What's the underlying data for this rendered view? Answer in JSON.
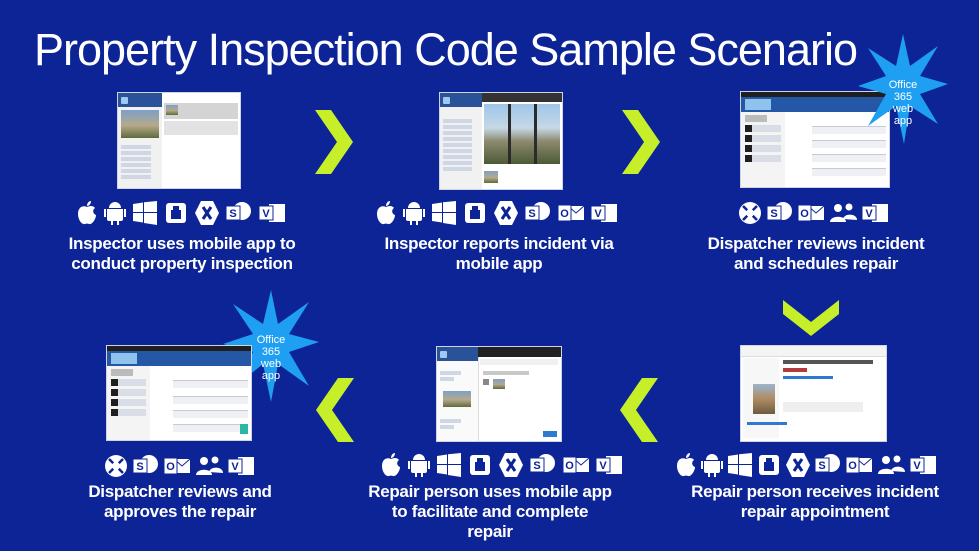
{
  "title": "Property Inspection Code Sample Scenario",
  "steps": [
    {
      "caption_line1": "Inspector uses mobile app to",
      "caption_line2": "conduct property inspection",
      "icons": [
        "apple-icon",
        "android-icon",
        "windows-icon",
        "xamarin-box-icon",
        "xamarin-x-icon",
        "sharepoint-icon",
        "video-icon"
      ]
    },
    {
      "caption_line1": "Inspector reports incident via",
      "caption_line2": "mobile app",
      "icons": [
        "apple-icon",
        "android-icon",
        "windows-icon",
        "xamarin-box-icon",
        "xamarin-x-icon",
        "sharepoint-icon",
        "outlook-icon",
        "video-icon"
      ]
    },
    {
      "caption_line1": "Dispatcher reviews incident",
      "caption_line2": "and schedules repair",
      "icons": [
        "browser-icon",
        "sharepoint-icon",
        "outlook-icon",
        "people-icon",
        "video-icon"
      ]
    },
    {
      "caption_line1": "Repair person receives incident",
      "caption_line2": "repair appointment",
      "icons": [
        "apple-icon",
        "android-icon",
        "windows-icon",
        "xamarin-box-icon",
        "xamarin-x-icon",
        "sharepoint-icon",
        "outlook-icon",
        "people-icon",
        "video-icon"
      ]
    },
    {
      "caption_line1": "Repair person uses mobile app",
      "caption_line2": "to facilitate and complete",
      "caption_line3": "repair",
      "icons": [
        "apple-icon",
        "android-icon",
        "windows-icon",
        "xamarin-box-icon",
        "xamarin-x-icon",
        "sharepoint-icon",
        "outlook-icon",
        "video-icon"
      ]
    },
    {
      "caption_line1": "Dispatcher reviews and",
      "caption_line2": "approves the repair",
      "icons": [
        "browser-icon",
        "sharepoint-icon",
        "outlook-icon",
        "people-icon",
        "video-icon"
      ]
    }
  ],
  "badge": {
    "line1": "Office",
    "line2": "365",
    "line3": "web",
    "line4": "app"
  },
  "colors": {
    "background": "#0c2496",
    "arrow": "#c6ef2a",
    "burst": "#1e9ff2"
  }
}
